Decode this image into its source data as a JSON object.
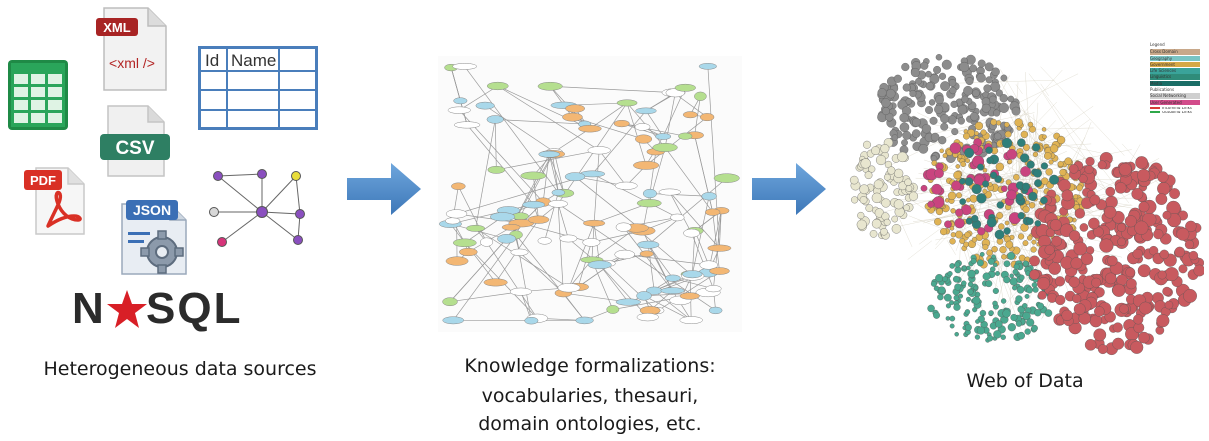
{
  "sources": {
    "caption": "Heterogeneous data sources",
    "xml_icon": {
      "label": "XML",
      "code": "<xml />"
    },
    "csv_icon": {
      "label": "CSV"
    },
    "pdf_icon": {
      "label": "PDF"
    },
    "json_icon": {
      "label": "JSON"
    },
    "table_icon": {
      "col1": "Id",
      "col2": "Name"
    },
    "nosql_logo": {
      "text": "NoSQL"
    }
  },
  "knowledge": {
    "caption_lines": [
      "Knowledge formalizations:",
      "vocabularies, thesauri,",
      "domain ontologies, etc."
    ]
  },
  "web": {
    "caption": "Web of Data",
    "legend": {
      "title": "Legend",
      "items": [
        {
          "label": "Cross Domain",
          "color": "#c8a88a"
        },
        {
          "label": "Geography",
          "color": "#79c4c4"
        },
        {
          "label": "Government",
          "color": "#d6a846"
        },
        {
          "label": "Life Sciences",
          "color": "#3aa39a"
        },
        {
          "label": "Linguistics",
          "color": "#2f8c7a"
        },
        {
          "label": "Media",
          "color": "#1a6d66"
        },
        {
          "label": "Publications",
          "color": "#ffffff"
        },
        {
          "label": "Social Networking",
          "color": "#cfcfcf"
        },
        {
          "label": "User Generated",
          "color": "#d24b8a"
        },
        {
          "label": "Incoming Links",
          "color": "#d83a3a"
        },
        {
          "label": "Outgoing Links",
          "color": "#2fa84a"
        }
      ]
    }
  },
  "colors": {
    "arrow": "#4a86c8",
    "table_border": "#4a7ebb",
    "node_blue": "#a9d8ea",
    "node_green": "#b5df8f",
    "node_orange": "#f3b774",
    "cluster_gray": "#8c8c8c",
    "cluster_red": "#c85a5f",
    "cluster_teal": "#4aa88f",
    "cluster_gold": "#e0b354",
    "cluster_cream": "#e8e6cf",
    "cluster_pink": "#c9447f"
  }
}
